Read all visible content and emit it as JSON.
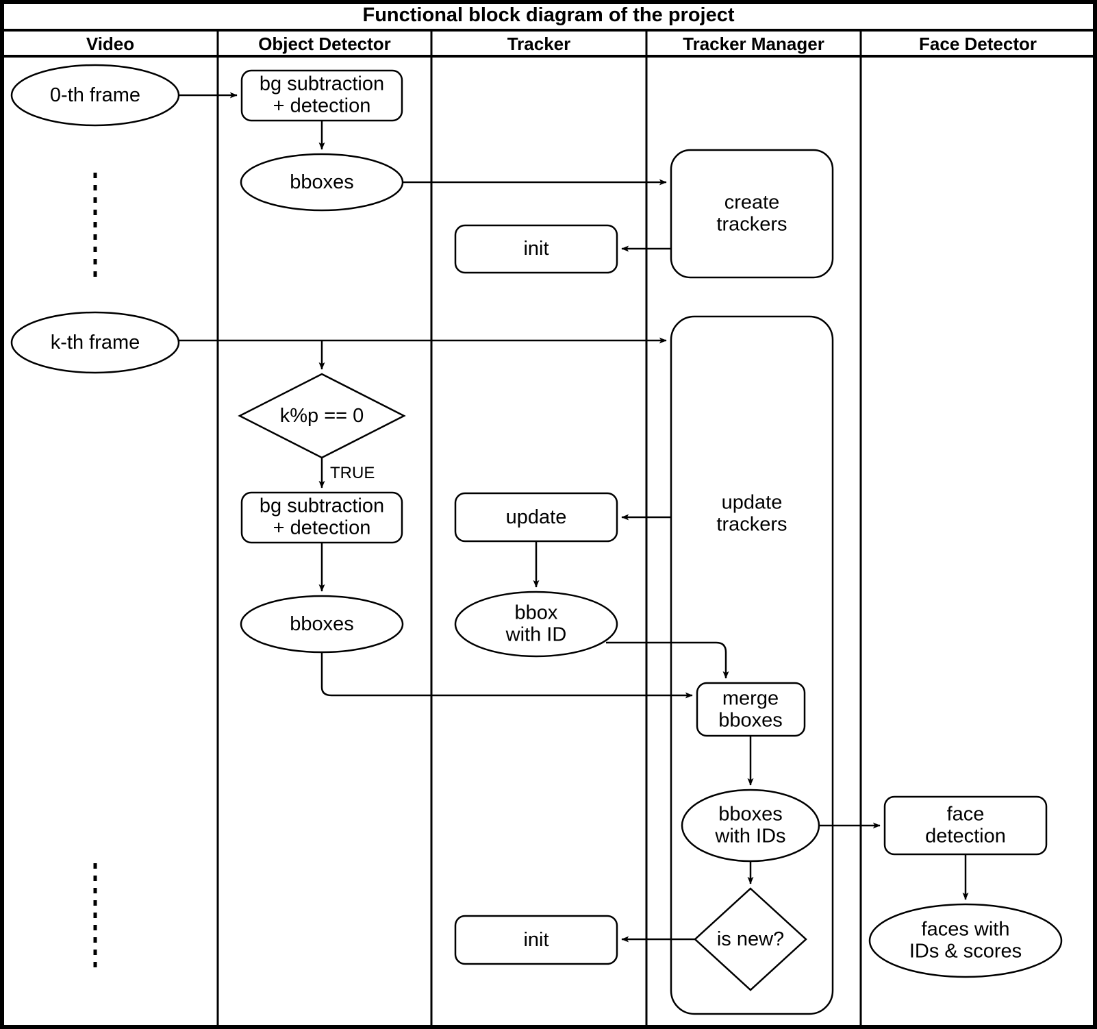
{
  "diagram": {
    "title": "Functional block diagram of the project",
    "type": "swimlane-flowchart",
    "columns": [
      {
        "id": "video",
        "label": "Video"
      },
      {
        "id": "object-detector",
        "label": "Object Detector"
      },
      {
        "id": "tracker",
        "label": "Tracker"
      },
      {
        "id": "tracker-manager",
        "label": "Tracker Manager"
      },
      {
        "id": "face-detector",
        "label": "Face Detector"
      }
    ],
    "nodes": [
      {
        "id": "frame-0",
        "label": "0-th frame",
        "shape": "ellipse",
        "lane": "video"
      },
      {
        "id": "frame-k",
        "label": "k-th frame",
        "shape": "ellipse",
        "lane": "video"
      },
      {
        "id": "bgsub-0",
        "label": "bg subtraction\n+ detection",
        "shape": "rounded-rect",
        "lane": "object-detector"
      },
      {
        "id": "bboxes-0",
        "label": "bboxes",
        "shape": "ellipse",
        "lane": "object-detector"
      },
      {
        "id": "decision-kmodp",
        "label": "k%p == 0",
        "shape": "diamond",
        "lane": "object-detector"
      },
      {
        "id": "bgsub-k",
        "label": "bg subtraction\n+ detection",
        "shape": "rounded-rect",
        "lane": "object-detector"
      },
      {
        "id": "bboxes-k",
        "label": "bboxes",
        "shape": "ellipse",
        "lane": "object-detector"
      },
      {
        "id": "tracker-init-top",
        "label": "init",
        "shape": "rounded-rect",
        "lane": "tracker"
      },
      {
        "id": "tracker-update",
        "label": "update",
        "shape": "rounded-rect",
        "lane": "tracker"
      },
      {
        "id": "bbox-with-id",
        "label": "bbox\nwith ID",
        "shape": "ellipse",
        "lane": "tracker"
      },
      {
        "id": "tracker-init-bottom",
        "label": "init",
        "shape": "rounded-rect",
        "lane": "tracker"
      },
      {
        "id": "create-trackers",
        "label": "create\ntrackers",
        "shape": "rounded-rect",
        "lane": "tracker-manager"
      },
      {
        "id": "update-trackers",
        "label": "update\ntrackers",
        "shape": "group-rounded-rect",
        "lane": "tracker-manager"
      },
      {
        "id": "merge-bboxes",
        "label": "merge\nbboxes",
        "shape": "rounded-rect",
        "lane": "tracker-manager"
      },
      {
        "id": "bboxes-with-ids",
        "label": "bboxes\nwith IDs",
        "shape": "ellipse",
        "lane": "tracker-manager"
      },
      {
        "id": "is-new",
        "label": "is new?",
        "shape": "diamond",
        "lane": "tracker-manager"
      },
      {
        "id": "face-detection",
        "label": "face\ndetection",
        "shape": "rounded-rect",
        "lane": "face-detector"
      },
      {
        "id": "faces-with-ids",
        "label": "faces with\nIDs & scores",
        "shape": "ellipse",
        "lane": "face-detector"
      }
    ],
    "edge_labels": [
      {
        "id": "true-branch",
        "label": "TRUE"
      }
    ],
    "edges": [
      {
        "from": "frame-0",
        "to": "bgsub-0"
      },
      {
        "from": "bgsub-0",
        "to": "bboxes-0"
      },
      {
        "from": "bboxes-0",
        "to": "create-trackers"
      },
      {
        "from": "create-trackers",
        "to": "tracker-init-top"
      },
      {
        "from": "frame-k",
        "to": "decision-kmodp"
      },
      {
        "from": "frame-k",
        "to": "update-trackers"
      },
      {
        "from": "decision-kmodp",
        "to": "bgsub-k",
        "label": "TRUE"
      },
      {
        "from": "bgsub-k",
        "to": "bboxes-k"
      },
      {
        "from": "bboxes-k",
        "to": "merge-bboxes"
      },
      {
        "from": "update-trackers",
        "to": "tracker-update"
      },
      {
        "from": "tracker-update",
        "to": "bbox-with-id"
      },
      {
        "from": "bbox-with-id",
        "to": "merge-bboxes"
      },
      {
        "from": "merge-bboxes",
        "to": "bboxes-with-ids"
      },
      {
        "from": "bboxes-with-ids",
        "to": "face-detection"
      },
      {
        "from": "bboxes-with-ids",
        "to": "is-new"
      },
      {
        "from": "is-new",
        "to": "tracker-init-bottom"
      },
      {
        "from": "face-detection",
        "to": "faces-with-ids"
      }
    ],
    "ellipsis_markers": [
      {
        "id": "frames-gap-upper",
        "lane": "video",
        "style": "vertical-dotted"
      },
      {
        "id": "frames-gap-lower",
        "lane": "video",
        "style": "vertical-dotted"
      }
    ],
    "colors": {
      "stroke": "#000000",
      "fill": "#ffffff",
      "background": "#ffffff"
    }
  }
}
